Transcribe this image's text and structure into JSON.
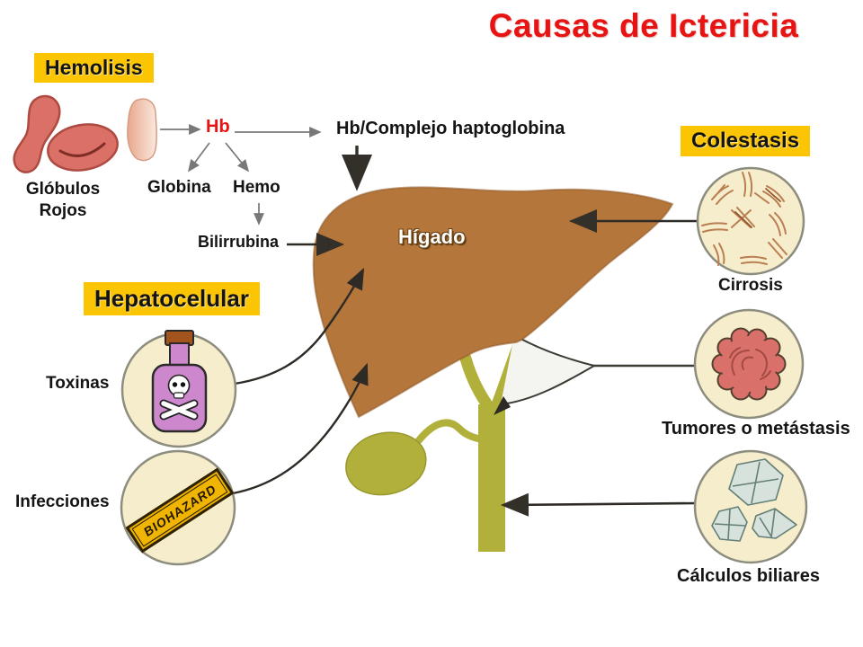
{
  "title": "Causas de Ictericia",
  "category_labels": {
    "hemolisis": "Hemolisis",
    "colestasis": "Colestasis",
    "hepatocelular": "Hepatocelular"
  },
  "flow": {
    "globulos_rojos_line1": "Glóbulos",
    "globulos_rojos_line2": "Rojos",
    "hb": "Hb",
    "hb_complejo": "Hb/Complejo haptoglobina",
    "globina": "Globina",
    "hemo": "Hemo",
    "bilirrubina": "Bilirrubina",
    "higado": "Hígado"
  },
  "causes": {
    "cirrosis": "Cirrosis",
    "tumores": "Tumores o metástasis",
    "calculos": "Cálculos biliares",
    "toxinas": "Toxinas",
    "infecciones": "Infecciones"
  },
  "icons": {
    "biohazard_text": "BIOHAZARD"
  },
  "colors": {
    "title_red": "#E81313",
    "label_yellow": "#FBC503",
    "liver_brown": "#B4763B",
    "bile_duct_olive": "#B1B03A",
    "circle_cream": "#F5EDCB",
    "rbc_red": "#DB7066",
    "poison_bottle_purple": "#CD87CC",
    "tumor_red": "#D9716A",
    "gallstone_grey": "#D7E2DC",
    "biohazard_gold": "#F0B402"
  }
}
